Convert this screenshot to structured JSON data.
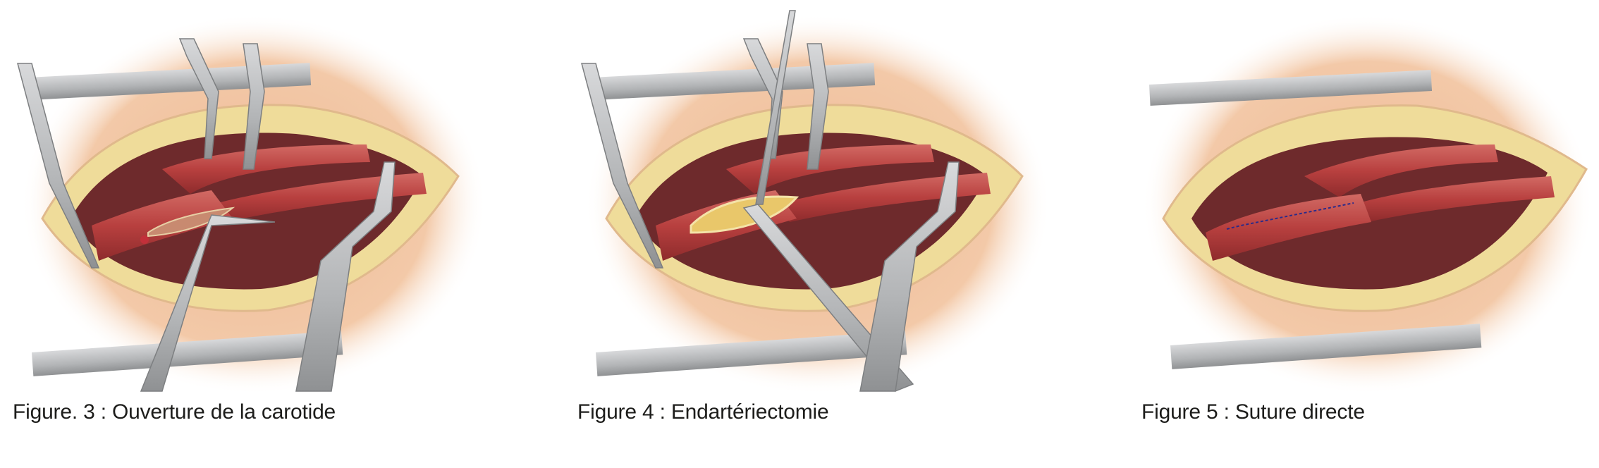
{
  "figures": [
    {
      "number": "3",
      "caption": "Figure. 3 : Ouverture de la carotide",
      "illustration": "carotid-artery-opening",
      "instruments": [
        "retractor-top",
        "retractor-bottom",
        "bulldog-clamp",
        "bulldog-clamp",
        "vascular-clamp",
        "scissors",
        "forceps"
      ]
    },
    {
      "number": "4",
      "caption": "Figure 4 : Endartériectomie",
      "illustration": "endarterectomy",
      "instruments": [
        "retractor-top",
        "retractor-bottom",
        "bulldog-clamp",
        "bulldog-clamp",
        "vascular-clamp",
        "dissector",
        "forceps"
      ]
    },
    {
      "number": "5",
      "caption": "Figure 5 : Suture directe",
      "illustration": "direct-suture",
      "instruments": [
        "retractor-top",
        "retractor-bottom"
      ]
    }
  ],
  "colors": {
    "skin": "#f2c7a5",
    "fat": "#efdc9a",
    "cavity": "#6e2a2c",
    "artery": "#b8403f",
    "steel": "#b9bbbd",
    "suture": "#2a2a8a",
    "plaque": "#e9c76a",
    "caption_text": "#1d1d1b"
  }
}
